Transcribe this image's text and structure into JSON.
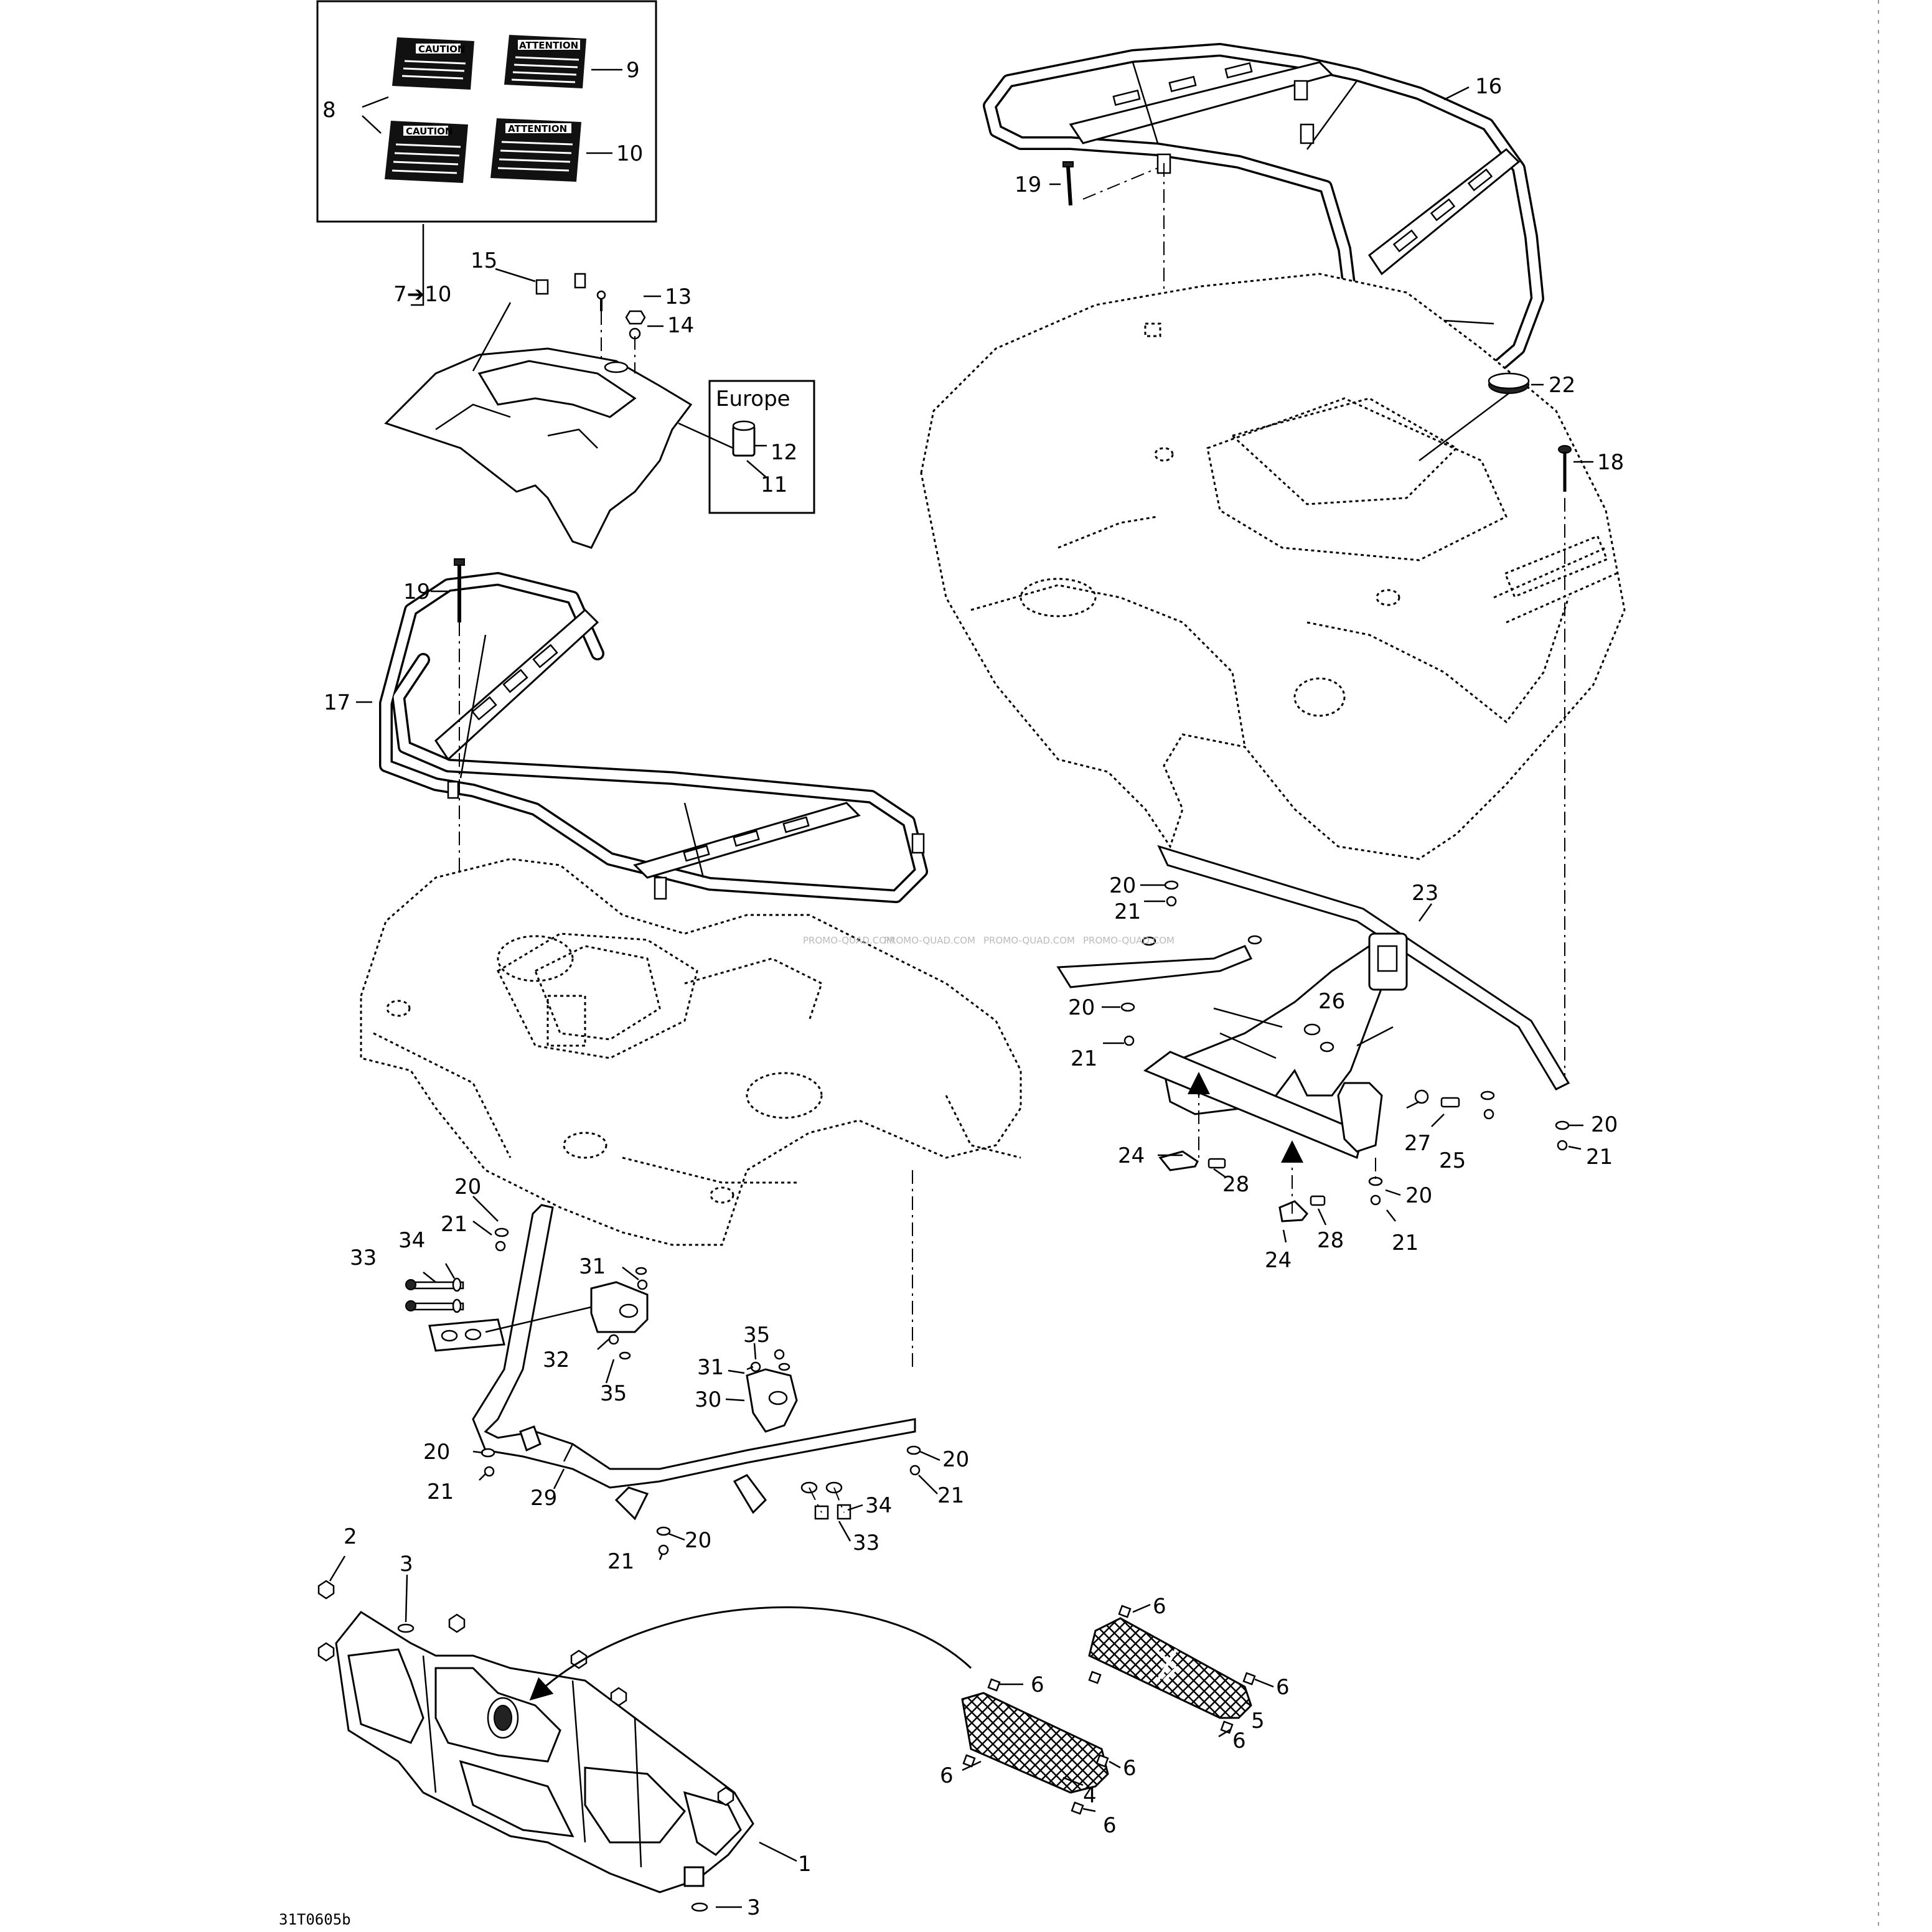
{
  "drawing_id": "31T0605b",
  "europe_label": "Europe",
  "labels": {
    "caution_title": "CAUTION",
    "attention_title": "ATTENTION"
  },
  "callouts": {
    "c1": "1",
    "c2": "2",
    "c3a": "3",
    "c3b": "3",
    "c4": "4",
    "c5": "5",
    "c6a": "6",
    "c6b": "6",
    "c6c": "6",
    "c6d": "6",
    "c6e": "6",
    "c6f": "6",
    "c6g": "6",
    "c7_10": "7➔10",
    "c8": "8",
    "c9": "9",
    "c10": "10",
    "c11": "11",
    "c12": "12",
    "c13": "13",
    "c14": "14",
    "c15": "15",
    "c16": "16",
    "c17": "17",
    "c18": "18",
    "c19a": "19",
    "c19b": "19",
    "c22": "22",
    "c23": "23",
    "c20a": "20",
    "c21a": "21",
    "c20b": "20",
    "c21b": "21",
    "c20c": "20",
    "c21c": "21",
    "c20d": "20",
    "c21d": "21",
    "c24a": "24",
    "c24b": "24",
    "c25": "25",
    "c26": "26",
    "c27": "27",
    "c28a": "28",
    "c28b": "28",
    "c20e": "20",
    "c21e": "21",
    "c33a": "33",
    "c34a": "34",
    "c31a": "31",
    "c32": "32",
    "c35a": "35",
    "c31b": "31",
    "c35b": "35",
    "c30": "30",
    "c20f": "20",
    "c21f": "21",
    "c29": "29",
    "c20g": "20",
    "c21g": "21",
    "c34b": "34",
    "c33b": "33",
    "c21h": "21",
    "c20h": "20"
  },
  "watermarks": [
    "PROMO-QUAD.COM",
    "PROMO-QUAD.COM",
    "PROMO-QUAD.COM",
    "PROMO-QUAD.COM"
  ],
  "colors": {
    "ink": "#000000",
    "paper": "#ffffff"
  }
}
